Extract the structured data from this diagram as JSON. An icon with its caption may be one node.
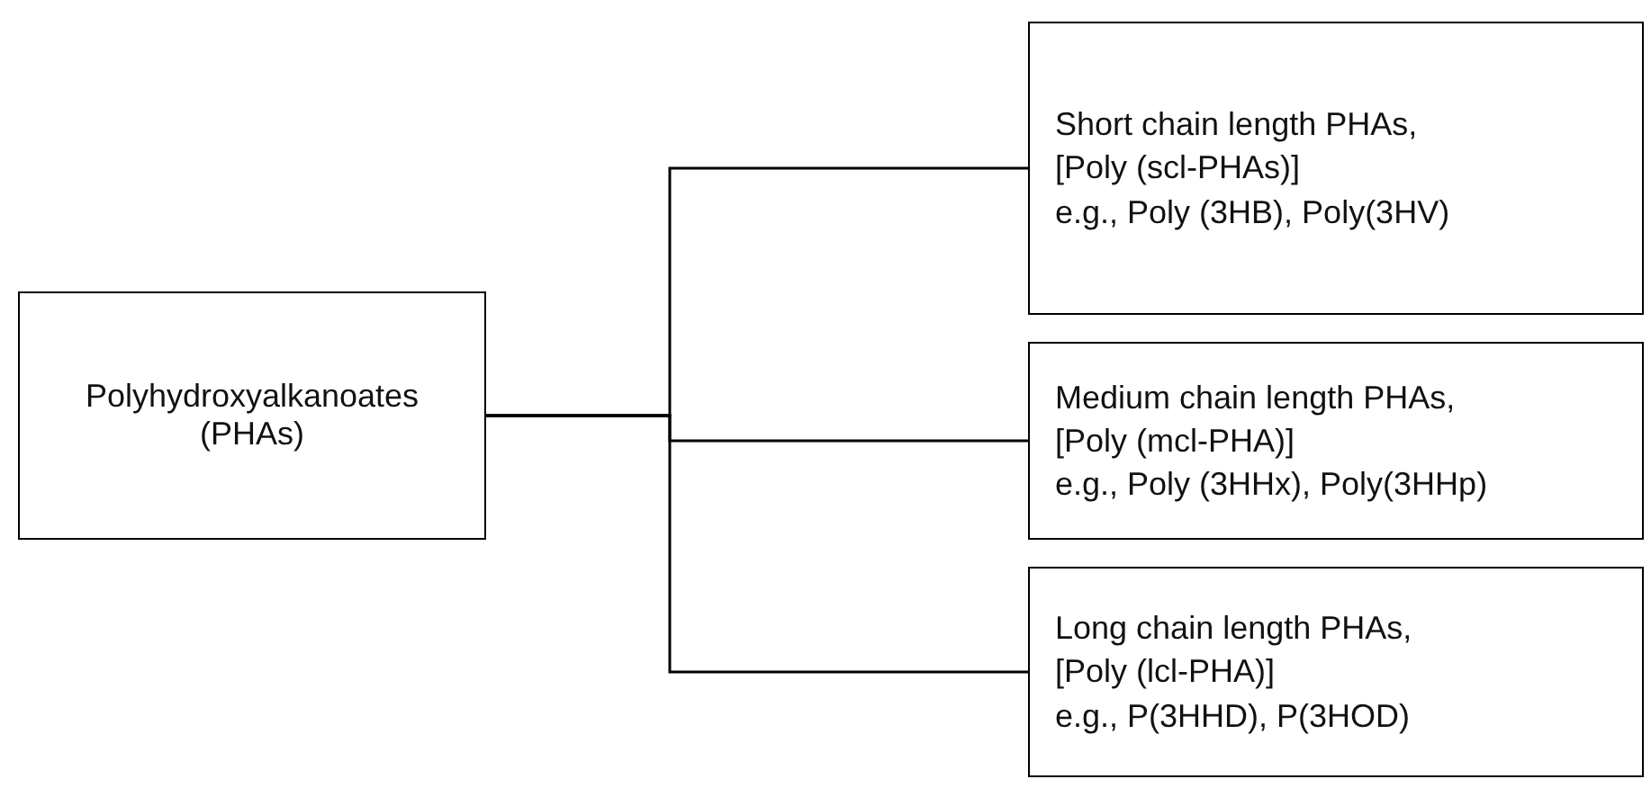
{
  "diagram": {
    "nodes": [
      {
        "text": [
          "Polyhydroxyalkanoates (PHAs)"
        ]
      },
      {
        "text": [
          "Short chain length PHAs,",
          "[Poly (scl-PHAs)]",
          "e.g., Poly (3HB), Poly(3HV)"
        ]
      },
      {
        "text": [
          "Medium chain length PHAs,",
          "[Poly (mcl-PHA)]",
          "e.g., Poly (3HHx), Poly(3HHp)"
        ]
      },
      {
        "text": [
          "Long chain length PHAs,",
          "[Poly (lcl-PHA)]",
          "e.g., P(3HHD), P(3HOD)"
        ]
      }
    ],
    "edges": [
      {
        "from": 0,
        "to": 1,
        "arrow": "none"
      },
      {
        "from": 0,
        "to": 2,
        "arrow": "none"
      },
      {
        "from": 0,
        "to": 3,
        "arrow": "none"
      }
    ]
  }
}
